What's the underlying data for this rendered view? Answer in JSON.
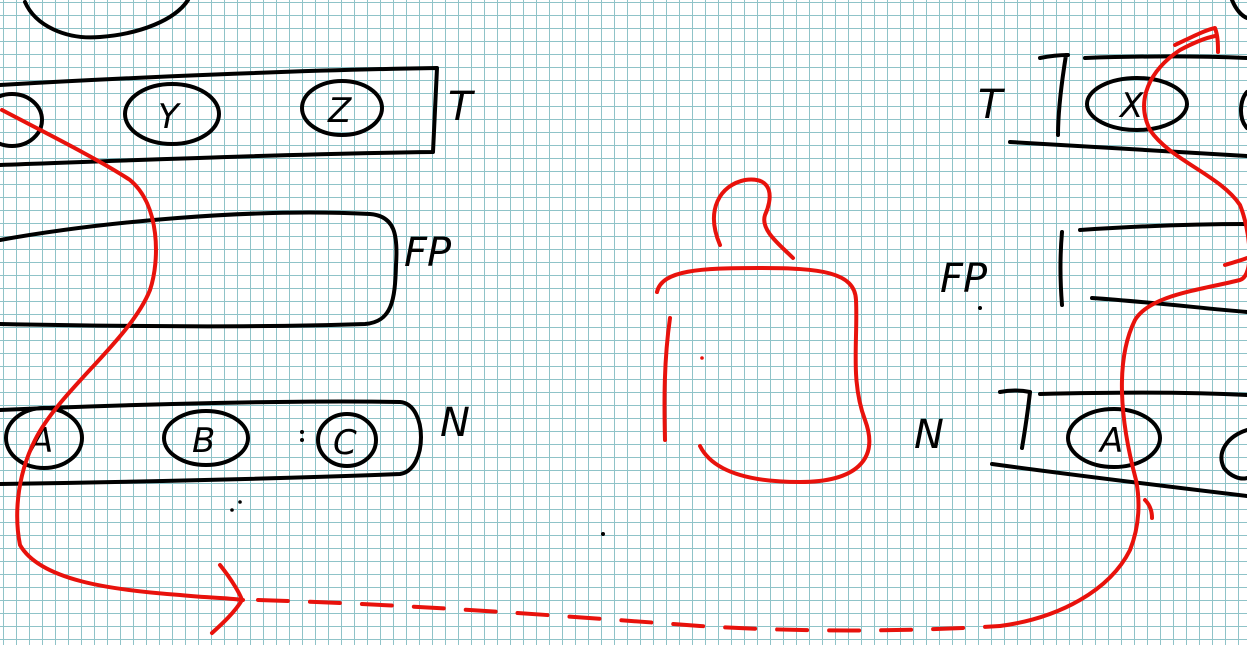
{
  "colors": {
    "grid": "#8fc3c8",
    "ink": "#000000",
    "arrow": "#e8120c",
    "background": "#ffffff"
  },
  "left": {
    "row_t": {
      "label": "T",
      "nodes": [
        "Y",
        "Z"
      ]
    },
    "row_fp": {
      "label": "FP"
    },
    "row_n": {
      "label": "N",
      "nodes": [
        "A",
        "B",
        "C"
      ]
    }
  },
  "right": {
    "row_t": {
      "label": "T",
      "nodes": [
        "X"
      ]
    },
    "row_fp": {
      "label": "FP"
    },
    "row_n": {
      "label": "N",
      "nodes": [
        "A"
      ]
    }
  }
}
